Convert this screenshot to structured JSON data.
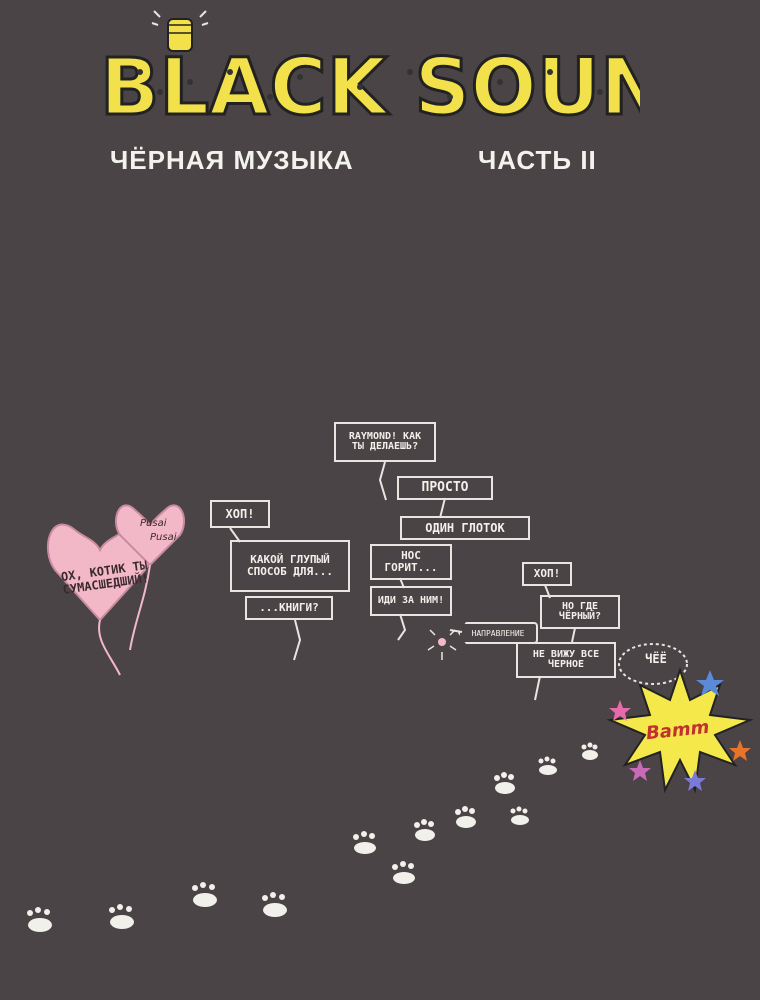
{
  "header": {
    "logo_text": "BLACK SOUND",
    "subtitle_left": "ЧЁРНАЯ МУЗЫКА",
    "subtitle_right": "ЧАСТЬ II"
  },
  "heart": {
    "main_text": "ОХ, КОТИК ТЫ СУМАСШЕДШИЙ!",
    "small_text_1": "Pusai",
    "small_text_2": "Pusai"
  },
  "dialogue": {
    "raymond": "RAYMOND! КАК ТЫ ДЕЛАЕШЬ?",
    "prosto": "ПРОСТО",
    "odin_glotok": "ОДИН ГЛОТОК",
    "nos_gorit": "НОС ГОРИТ...",
    "idi_za_nim": "ИДИ ЗА НИМ!",
    "hop_left": "ХОП!",
    "kakoy": "КАКОЙ ГЛУПЫЙ СПОСОБ ДЛЯ...",
    "knigi": "...КНИГИ?",
    "hop_right": "ХОП!",
    "no_gde": "НО ГДЕ ЧЁРНЫЙ?",
    "ne_vizhu": "НЕ ВИЖУ ВСЕ ЧЕРНОЕ",
    "napravlenie": "НАПРАВЛЕНИЕ",
    "chyo": "ЧЁЁ",
    "bamm": "Bamm"
  },
  "colors": {
    "background": "#4a4446",
    "logo_yellow": "#f2e14a",
    "heart_pink": "#f3b8c8",
    "chalk": "#eeeae4",
    "burst_yellow": "#f5e84a"
  }
}
